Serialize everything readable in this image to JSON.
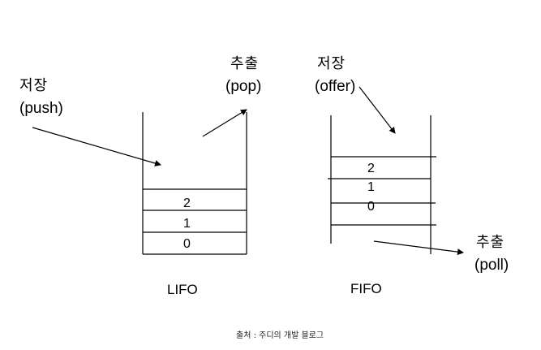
{
  "lifo": {
    "push_label_kr": "저장",
    "push_label_en": "(push)",
    "pop_label_kr": "추출",
    "pop_label_en": "(pop)",
    "items": [
      "2",
      "1",
      "0"
    ],
    "caption": "LIFO"
  },
  "fifo": {
    "offer_label_kr": "저장",
    "offer_label_en": "(offer)",
    "poll_label_kr": "추출",
    "poll_label_en": "(poll)",
    "items": [
      "2",
      "1",
      "0"
    ],
    "caption": "FIFO"
  },
  "source": "출처 : 주디의 개발 블로그",
  "colors": {
    "stroke": "#000000",
    "text": "#000000",
    "background": "#ffffff"
  }
}
